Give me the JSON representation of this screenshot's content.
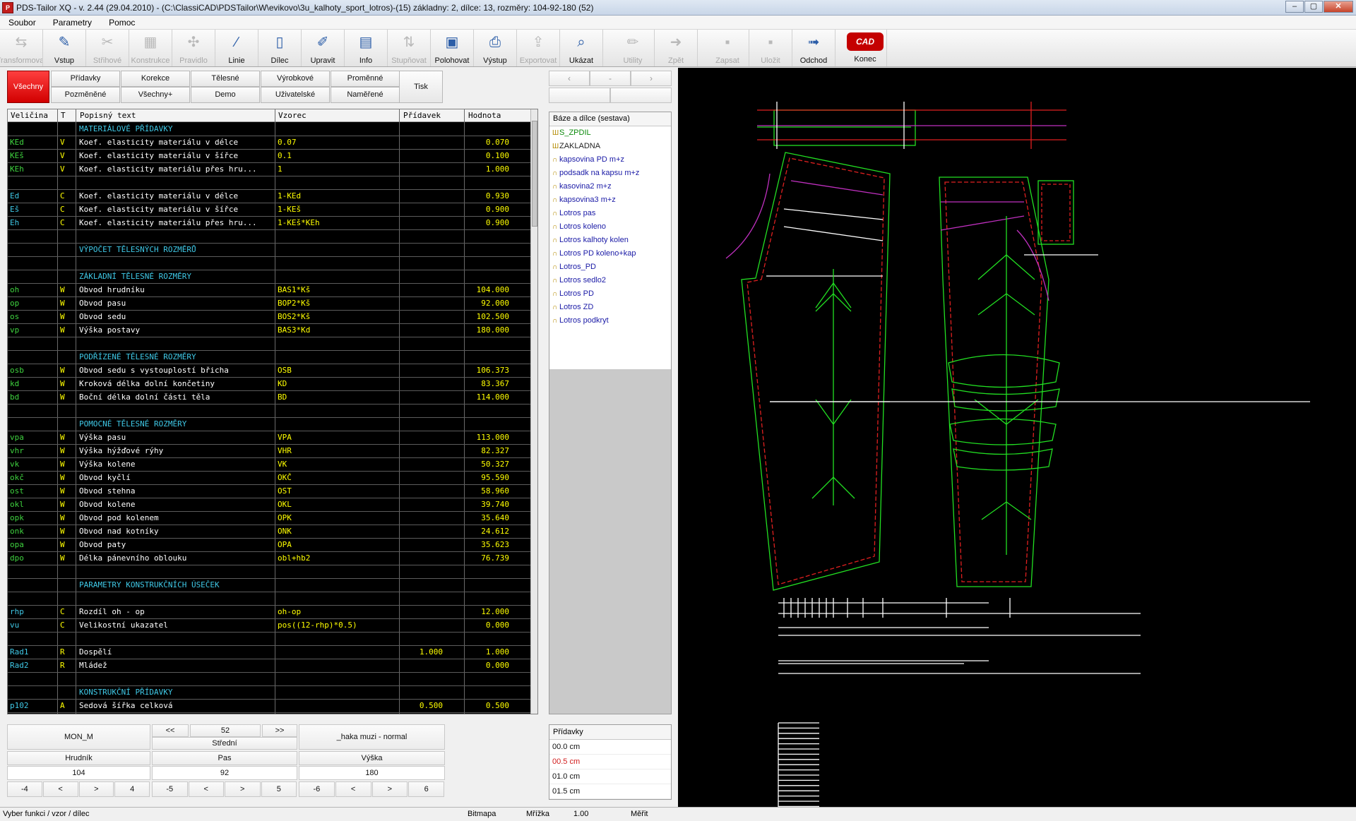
{
  "window": {
    "title": "PDS-Tailor XQ - v. 2.44 (29.04.2010) - (C:\\ClassiCAD\\PDSTailor\\W\\evikovo\\3u_kalhoty_sport_lotros)-(15) základny: 2, dílce: 13, rozměry: 104-92-180 (52)"
  },
  "menu": [
    "Soubor",
    "Parametry",
    "Pomoc"
  ],
  "toolbar": [
    {
      "label": "Transformovat",
      "icon": "transform-icon",
      "glyph": "⇆",
      "enabled": false
    },
    {
      "label": "Vstup",
      "icon": "input-icon",
      "glyph": "✎",
      "enabled": true
    },
    {
      "label": "Střihové",
      "icon": "pattern-icon",
      "glyph": "✂",
      "enabled": false
    },
    {
      "label": "Konstrukce",
      "icon": "construction-icon",
      "glyph": "▦",
      "enabled": false
    },
    {
      "label": "Pravidlo",
      "icon": "rule-icon",
      "glyph": "✣",
      "enabled": false
    },
    {
      "label": "Linie",
      "icon": "line-icon",
      "glyph": "∕",
      "enabled": true
    },
    {
      "label": "Dílec",
      "icon": "piece-icon",
      "glyph": "▯",
      "enabled": true
    },
    {
      "label": "Upravit",
      "icon": "edit-icon",
      "glyph": "✐",
      "enabled": true
    },
    {
      "label": "Info",
      "icon": "info-icon",
      "glyph": "▤",
      "enabled": true
    },
    {
      "label": "Stupňovat",
      "icon": "grade-icon",
      "glyph": "⇅",
      "enabled": false
    },
    {
      "label": "Polohovat",
      "icon": "layout-icon",
      "glyph": "▣",
      "enabled": true
    },
    {
      "label": "Výstup",
      "icon": "printer-icon",
      "glyph": "⎙",
      "enabled": true
    },
    {
      "label": "Exportovat",
      "icon": "export-icon",
      "glyph": "⇪",
      "enabled": false
    },
    {
      "label": "Ukázat",
      "icon": "magnifier-icon",
      "glyph": "⌕",
      "enabled": true
    },
    {
      "label": "Utility",
      "icon": "utility-icon",
      "glyph": "✏",
      "enabled": false
    },
    {
      "label": "Zpět",
      "icon": "back-arrow-icon",
      "glyph": "➜",
      "enabled": false
    },
    {
      "label": "Zapsat",
      "icon": "save-icon",
      "glyph": "▪",
      "enabled": false
    },
    {
      "label": "Uložit",
      "icon": "save-as-icon",
      "glyph": "▪",
      "enabled": false
    },
    {
      "label": "Odchod",
      "icon": "exit-icon",
      "glyph": "➟",
      "enabled": true
    },
    {
      "label": "Konec",
      "icon": "classicad-logo-icon",
      "glyph": "CAD",
      "enabled": true
    }
  ],
  "filters": {
    "all": "Všechny",
    "row1": [
      "Přídavky",
      "Korekce",
      "Tělesné",
      "Výrobkové",
      "Proměnné"
    ],
    "row2": [
      "Pozměněné",
      "Všechny+",
      "Demo",
      "Uživatelské",
      "Naměřené"
    ],
    "print": "Tisk"
  },
  "grid": {
    "columns": [
      "Veličina",
      "T",
      "Popisný text",
      "Vzorec",
      "Přídavek",
      "Hodnota"
    ],
    "rows": [
      {
        "v": "",
        "t": "",
        "d": "MATERIÁLOVÉ PŘÍDAVKY",
        "f": "",
        "p": "",
        "h": "",
        "s": 1
      },
      {
        "v": "KEd",
        "t": "V",
        "d": "Koef. elasticity materiálu v délce",
        "f": "0.07",
        "p": "",
        "h": "0.070"
      },
      {
        "v": "KEš",
        "t": "V",
        "d": "Koef. elasticity materiálu v šířce",
        "f": "0.1",
        "p": "",
        "h": "0.100"
      },
      {
        "v": "KEh",
        "t": "V",
        "d": "Koef. elasticity materiálu přes hru...",
        "f": "1",
        "p": "",
        "h": "1.000"
      },
      {
        "v": "",
        "t": "",
        "d": "",
        "f": "",
        "p": "",
        "h": ""
      },
      {
        "v": "Ed",
        "t": "C",
        "d": "Koef. elasticity materiálu v délce",
        "f": "1-KEd",
        "p": "",
        "h": "0.930",
        "c": 1
      },
      {
        "v": "Eš",
        "t": "C",
        "d": "Koef. elasticity materiálu v šířce",
        "f": "1-KEš",
        "p": "",
        "h": "0.900",
        "c": 1
      },
      {
        "v": "Eh",
        "t": "C",
        "d": "Koef. elasticity materiálu přes hru...",
        "f": "1-KEš*KEh",
        "p": "",
        "h": "0.900",
        "c": 1
      },
      {
        "v": "",
        "t": "",
        "d": "",
        "f": "",
        "p": "",
        "h": ""
      },
      {
        "v": "",
        "t": "",
        "d": "VÝPOČET TĚLESNÝCH ROZMĚRŮ",
        "f": "",
        "p": "",
        "h": "",
        "s": 1
      },
      {
        "v": "",
        "t": "",
        "d": "",
        "f": "",
        "p": "",
        "h": ""
      },
      {
        "v": "",
        "t": "",
        "d": "ZÁKLADNÍ TĚLESNÉ ROZMĚRY",
        "f": "",
        "p": "",
        "h": "",
        "s": 1
      },
      {
        "v": "oh",
        "t": "W",
        "d": "Obvod hrudníku",
        "f": "BAS1*Kš",
        "p": "",
        "h": "104.000"
      },
      {
        "v": "op",
        "t": "W",
        "d": "Obvod pasu",
        "f": "BOP2*Kš",
        "p": "",
        "h": "92.000"
      },
      {
        "v": "os",
        "t": "W",
        "d": "Obvod sedu",
        "f": "BOS2*Kš",
        "p": "",
        "h": "102.500"
      },
      {
        "v": "vp",
        "t": "W",
        "d": "Výška postavy",
        "f": "BAS3*Kd",
        "p": "",
        "h": "180.000"
      },
      {
        "v": "",
        "t": "",
        "d": "",
        "f": "",
        "p": "",
        "h": ""
      },
      {
        "v": "",
        "t": "",
        "d": "PODŘÍZENÉ TĚLESNÉ ROZMĚRY",
        "f": "",
        "p": "",
        "h": "",
        "s": 1
      },
      {
        "v": "osb",
        "t": "W",
        "d": "Obvod sedu s vystouplostí břicha",
        "f": "OSB",
        "p": "",
        "h": "106.373"
      },
      {
        "v": "kd",
        "t": "W",
        "d": "Kroková délka dolní končetiny",
        "f": "KD",
        "p": "",
        "h": "83.367"
      },
      {
        "v": "bd",
        "t": "W",
        "d": "Boční délka dolní části těla",
        "f": "BD",
        "p": "",
        "h": "114.000"
      },
      {
        "v": "",
        "t": "",
        "d": "",
        "f": "",
        "p": "",
        "h": ""
      },
      {
        "v": "",
        "t": "",
        "d": "POMOCNÉ TĚLESNÉ ROZMĚRY",
        "f": "",
        "p": "",
        "h": "",
        "s": 1
      },
      {
        "v": "vpa",
        "t": "W",
        "d": "Výška pasu",
        "f": "VPA",
        "p": "",
        "h": "113.000"
      },
      {
        "v": "vhr",
        "t": "W",
        "d": "Výška hýžďové rýhy",
        "f": "VHR",
        "p": "",
        "h": "82.327"
      },
      {
        "v": "vk",
        "t": "W",
        "d": "Výška kolene",
        "f": "VK",
        "p": "",
        "h": "50.327"
      },
      {
        "v": "okč",
        "t": "W",
        "d": "Obvod kyčlí",
        "f": "OKČ",
        "p": "",
        "h": "95.590"
      },
      {
        "v": "ost",
        "t": "W",
        "d": "Obvod stehna",
        "f": "OST",
        "p": "",
        "h": "58.960"
      },
      {
        "v": "okl",
        "t": "W",
        "d": "Obvod kolene",
        "f": "OKL",
        "p": "",
        "h": "39.740"
      },
      {
        "v": "opk",
        "t": "W",
        "d": "Obvod pod kolenem",
        "f": "OPK",
        "p": "",
        "h": "35.640"
      },
      {
        "v": "onk",
        "t": "W",
        "d": "Obvod nad kotníky",
        "f": "ONK",
        "p": "",
        "h": "24.612"
      },
      {
        "v": "opa",
        "t": "W",
        "d": "Obvod paty",
        "f": "OPA",
        "p": "",
        "h": "35.623"
      },
      {
        "v": "dpo",
        "t": "W",
        "d": "Délka pánevního oblouku",
        "f": "obl+hb2",
        "p": "",
        "h": "76.739"
      },
      {
        "v": "",
        "t": "",
        "d": "",
        "f": "",
        "p": "",
        "h": ""
      },
      {
        "v": "",
        "t": "",
        "d": "PARAMETRY KONSTRUKČNÍCH ÚSEČEK",
        "f": "",
        "p": "",
        "h": "",
        "s": 1
      },
      {
        "v": "",
        "t": "",
        "d": "",
        "f": "",
        "p": "",
        "h": ""
      },
      {
        "v": "rhp",
        "t": "C",
        "d": "Rozdíl oh - op",
        "f": "oh-op",
        "p": "",
        "h": "12.000",
        "c": 1
      },
      {
        "v": "vu",
        "t": "C",
        "d": "Velikostní ukazatel",
        "f": "pos((12-rhp)*0.5)",
        "p": "",
        "h": "0.000",
        "c": 1
      },
      {
        "v": "",
        "t": "",
        "d": "",
        "f": "",
        "p": "",
        "h": ""
      },
      {
        "v": "Rad1",
        "t": "R",
        "d": "Dospělí",
        "f": "",
        "p": "1.000",
        "h": "1.000",
        "c": 1
      },
      {
        "v": "Rad2",
        "t": "R",
        "d": "Mládež",
        "f": "",
        "p": "",
        "h": "0.000",
        "c": 1
      },
      {
        "v": "",
        "t": "",
        "d": "",
        "f": "",
        "p": "",
        "h": ""
      },
      {
        "v": "",
        "t": "",
        "d": "KONSTRUKČNÍ PŘÍDAVKY",
        "f": "",
        "p": "",
        "h": "",
        "s": 1
      },
      {
        "v": "p102",
        "t": "A",
        "d": "Sedová šířka celková",
        "f": "",
        "p": "0.500",
        "h": "0.500",
        "c": 1
      }
    ]
  },
  "pieces": {
    "header": "Báze a dílce (sestava)",
    "items": [
      {
        "name": "S_ZPDIL",
        "kind": "ok"
      },
      {
        "name": "ZAKLADNA",
        "kind": "zk"
      },
      {
        "name": "kapsovina  PD m+z",
        "kind": "lock"
      },
      {
        "name": "podsadk na kapsu m+z",
        "kind": "lock"
      },
      {
        "name": "kasovina2 m+z",
        "kind": "lock"
      },
      {
        "name": "kapsovina3 m+z",
        "kind": "lock"
      },
      {
        "name": "Lotros pas",
        "kind": "lock"
      },
      {
        "name": "Lotros koleno",
        "kind": "lock"
      },
      {
        "name": "Lotros kalhoty kolen",
        "kind": "lock"
      },
      {
        "name": "Lotros PD koleno+kap",
        "kind": "lock"
      },
      {
        "name": "Lotros_PD",
        "kind": "lock"
      },
      {
        "name": "Lotros sedlo2",
        "kind": "lock"
      },
      {
        "name": "Lotros PD",
        "kind": "lock"
      },
      {
        "name": "Lotros ZD",
        "kind": "lock"
      },
      {
        "name": "Lotros podkryt",
        "kind": "lock"
      }
    ]
  },
  "sizes": {
    "template": "MON_M",
    "prev": "<<",
    "next": ">>",
    "number": "52",
    "stredni": "Střední",
    "set": "_haka muzi - normal",
    "labels": [
      "Hrudník",
      "Pas",
      "Výška"
    ],
    "values": [
      "104",
      "92",
      "180"
    ],
    "steps": [
      "-4",
      "<",
      ">",
      "4",
      "-5",
      "<",
      ">",
      "5",
      "-6",
      "<",
      ">",
      "6"
    ]
  },
  "pridavky": {
    "header": "Přídavky",
    "items": [
      "00.0 cm",
      "00.5 cm",
      "01.0 cm",
      "01.5 cm"
    ]
  },
  "status": {
    "hint": "Vyber funkci / vzor / dílec",
    "bitmap": "Bitmapa",
    "grid": "Mřížka",
    "gridval": "1.00",
    "measure": "Měřit"
  },
  "colors": {
    "canvas": "#000000",
    "pattern_green": "#22e022",
    "pattern_red": "#e02020",
    "pattern_white": "#ffffff",
    "pattern_magenta": "#c030c0",
    "accent_red": "#d10000"
  }
}
